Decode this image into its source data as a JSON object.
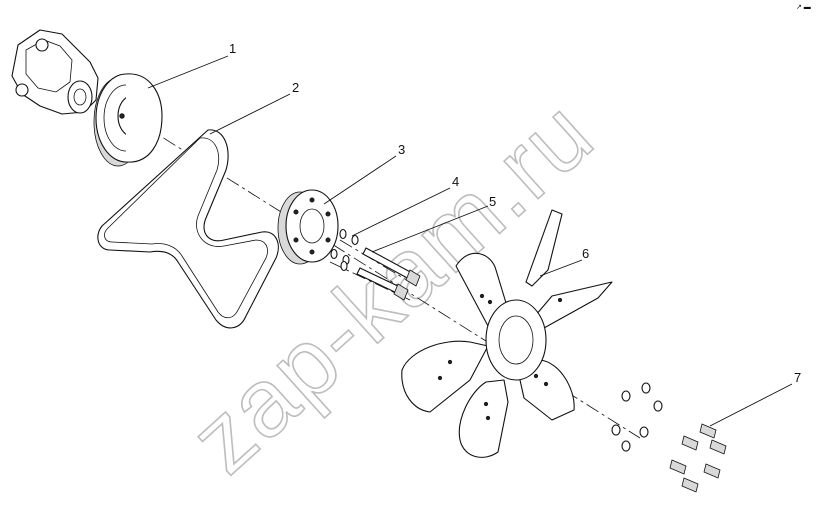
{
  "watermark": "zap-kam.ru",
  "corner_mark": "↗ ▬",
  "callouts": [
    "1",
    "2",
    "3",
    "4",
    "5",
    "6",
    "7"
  ]
}
